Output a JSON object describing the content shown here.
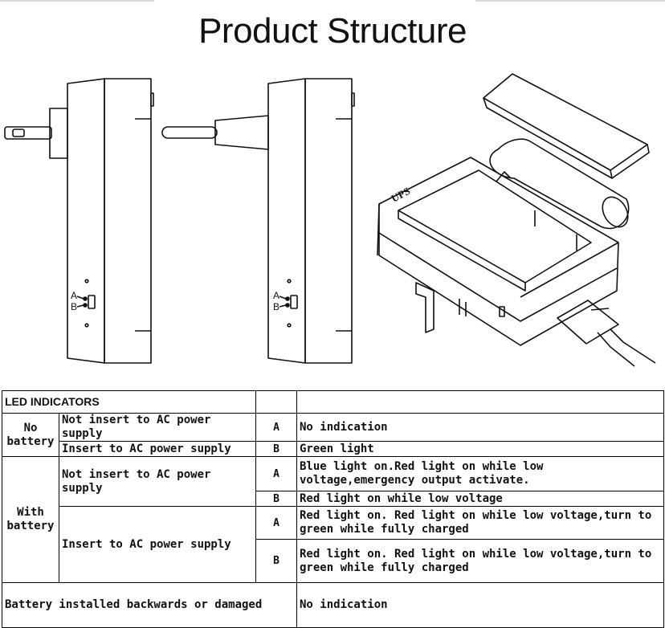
{
  "title": "Product Structure",
  "figure": {
    "switch_label_a": "A",
    "switch_label_b": "B",
    "ups_label": "UPS"
  },
  "table": {
    "header": "LED INDICATORS",
    "rows": [
      {
        "group": "No battery",
        "condition": "Not insert to AC power supply",
        "code": "A",
        "indication": "No indication"
      },
      {
        "condition": "Insert to AC power supply",
        "code": "B",
        "indication": "Green light"
      },
      {
        "group": "With battery",
        "condition": "Not insert to AC power supply",
        "code": "A",
        "indication": "Blue light on.Red light on while low voltage,emergency output activate."
      },
      {
        "code": "B",
        "indication": "Red light on while low voltage"
      },
      {
        "condition": "Insert to AC power supply",
        "code": "A",
        "indication": "Red light on. Red light on while low voltage,turn to green while fully charged"
      },
      {
        "code": "B",
        "indication": "Red light on. Red light on while low voltage,turn to green while fully charged"
      }
    ],
    "footer": {
      "condition": "Battery installed backwards or damaged",
      "indication": "No indication"
    }
  }
}
